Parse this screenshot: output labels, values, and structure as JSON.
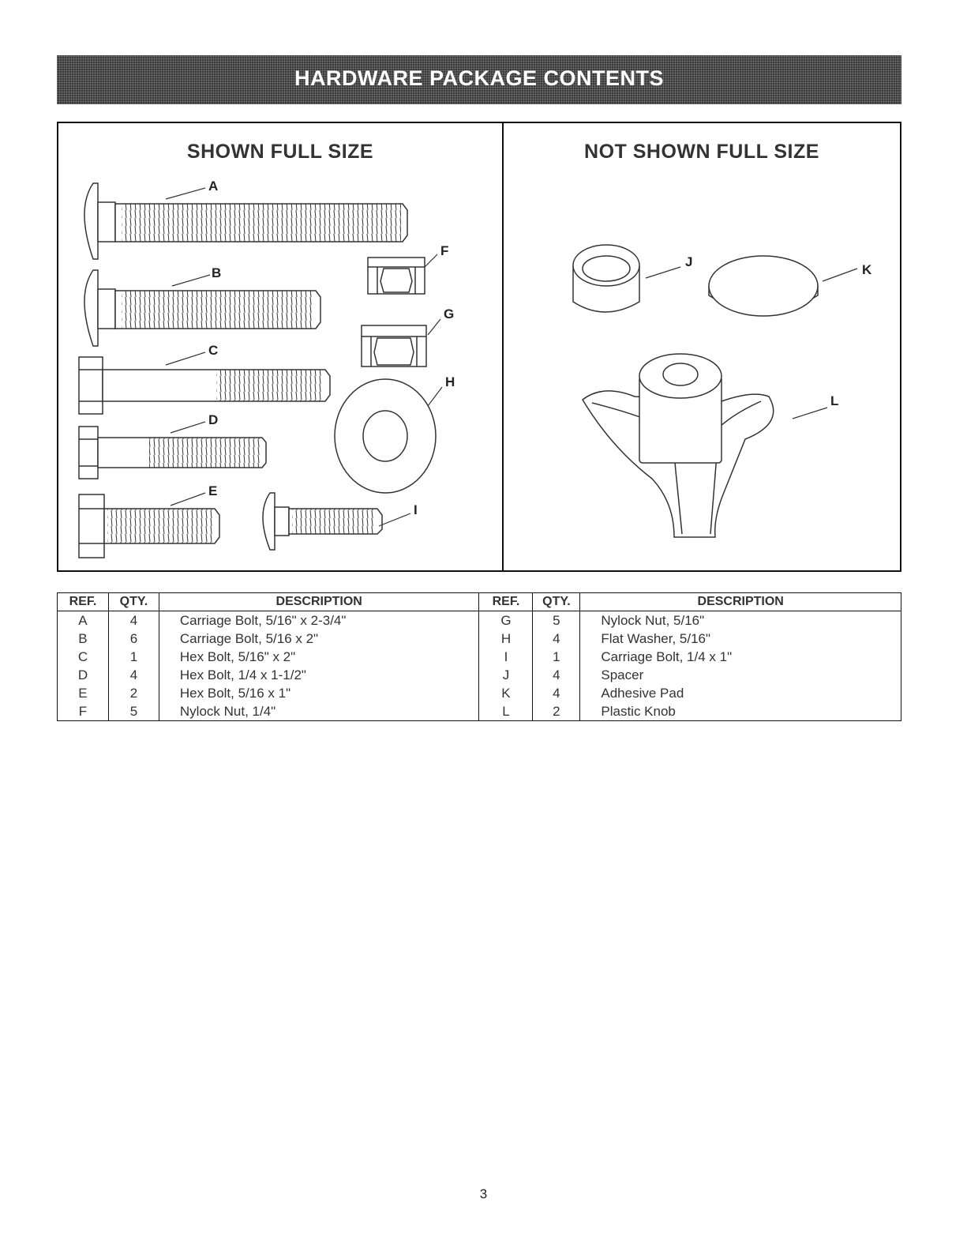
{
  "banner": {
    "title": "HARDWARE PACKAGE CONTENTS"
  },
  "figure": {
    "left_title": "SHOWN FULL SIZE",
    "right_title": "NOT SHOWN FULL SIZE",
    "labels": {
      "a": "A",
      "b": "B",
      "c": "C",
      "d": "D",
      "e": "E",
      "f": "F",
      "g": "G",
      "h": "H",
      "i": "I",
      "j": "J",
      "k": "K",
      "l": "L"
    }
  },
  "table": {
    "headers": {
      "ref": "REF.",
      "qty": "QTY.",
      "description": "DESCRIPTION"
    },
    "rows": [
      {
        "left": {
          "ref": "A",
          "qty": "4",
          "desc": "Carriage Bolt, 5/16\" x 2-3/4\""
        },
        "right": {
          "ref": "G",
          "qty": "5",
          "desc": "Nylock Nut, 5/16\""
        }
      },
      {
        "left": {
          "ref": "B",
          "qty": "6",
          "desc": "Carriage Bolt, 5/16 x 2\""
        },
        "right": {
          "ref": "H",
          "qty": "4",
          "desc": "Flat Washer, 5/16\""
        }
      },
      {
        "left": {
          "ref": "C",
          "qty": "1",
          "desc": "Hex Bolt, 5/16\" x 2\""
        },
        "right": {
          "ref": "I",
          "qty": "1",
          "desc": "Carriage Bolt, 1/4 x 1\""
        }
      },
      {
        "left": {
          "ref": "D",
          "qty": "4",
          "desc": "Hex Bolt, 1/4 x 1-1/2\""
        },
        "right": {
          "ref": "J",
          "qty": "4",
          "desc": "Spacer"
        }
      },
      {
        "left": {
          "ref": "E",
          "qty": "2",
          "desc": "Hex Bolt, 5/16 x 1\""
        },
        "right": {
          "ref": "K",
          "qty": "4",
          "desc": "Adhesive Pad"
        }
      },
      {
        "left": {
          "ref": "F",
          "qty": "5",
          "desc": "Nylock Nut, 1/4\""
        },
        "right": {
          "ref": "L",
          "qty": "2",
          "desc": "Plastic Knob"
        }
      }
    ]
  },
  "page_number": "3"
}
